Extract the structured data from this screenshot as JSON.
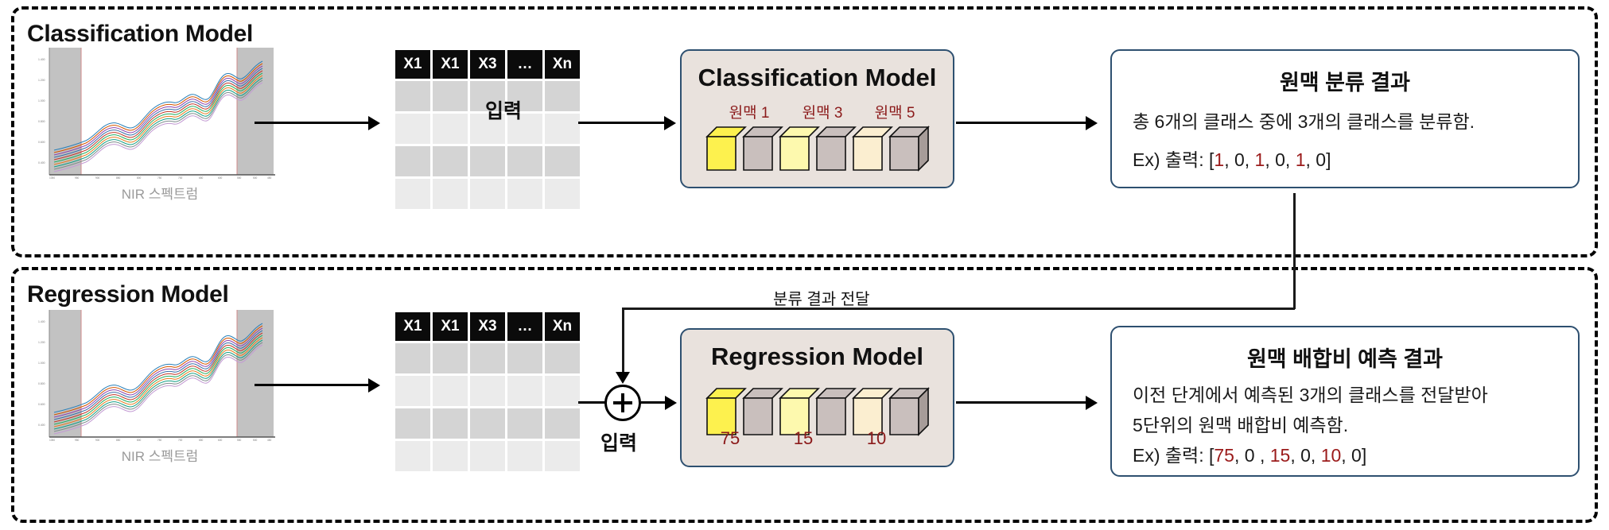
{
  "sections": [
    {
      "title": "Classification Model",
      "spectrum_caption": "NIR 스펙트럼",
      "table_headers": [
        "X1",
        "X1",
        "X3",
        "…",
        "Xn"
      ],
      "input_label": "입력",
      "model": {
        "title": "Classification Model",
        "cube_labels": [
          "원맥 1",
          "원맥 3",
          "원맥 5"
        ],
        "cube_values": [
          "",
          "",
          "",
          "",
          "",
          ""
        ],
        "cube_colors": [
          "#fdf14e",
          "#c9bfbd",
          "#fdf9ae",
          "#c9bfbd",
          "#fbeed0",
          "#c9bfbd"
        ]
      },
      "result": {
        "title": "원맥 분류 결과",
        "line1": "총 6개의 클래스 중에 3개의 클래스를 분류함.",
        "line2_prefix": "Ex) 출력: [",
        "line2_tokens": [
          "1",
          ", 0, ",
          "1",
          ", 0, ",
          "1",
          ", 0]"
        ],
        "line2_highlight": [
          true,
          false,
          true,
          false,
          true,
          false
        ]
      }
    },
    {
      "title": "Regression Model",
      "spectrum_caption": "NIR 스펙트럼",
      "table_headers": [
        "X1",
        "X1",
        "X3",
        "…",
        "Xn"
      ],
      "input_label": "입력",
      "model": {
        "title": "Regression Model",
        "cube_labels": [],
        "cube_values": [
          "75",
          "",
          "15",
          "",
          "10",
          ""
        ],
        "cube_colors": [
          "#fdf14e",
          "#c9bfbd",
          "#fdf9ae",
          "#c9bfbd",
          "#fbeed0",
          "#c9bfbd"
        ]
      },
      "result": {
        "title": "원맥 배합비 예측 결과",
        "line1": "이전 단계에서 예측된 3개의 클래스를 전달받아",
        "line2": "5단위의 원맥 배합비 예측함.",
        "line3_prefix": "Ex) 출력: [",
        "line3_tokens": [
          "75",
          ", 0 , ",
          "15",
          ", 0, ",
          "10",
          ", 0]"
        ],
        "line3_highlight": [
          true,
          false,
          true,
          false,
          true,
          false
        ]
      }
    }
  ],
  "feedback": {
    "label": "분류 결과 전달",
    "junction_icon": "plus-circle-icon"
  },
  "colors": {
    "box_border": "#2e5070",
    "model_fill": "#e9e2dd",
    "header_fill": "#0b0b0b",
    "accent_red": "#9b1b1b",
    "cell_dark": "#d4d4d4",
    "cell_light": "#ebebeb"
  }
}
